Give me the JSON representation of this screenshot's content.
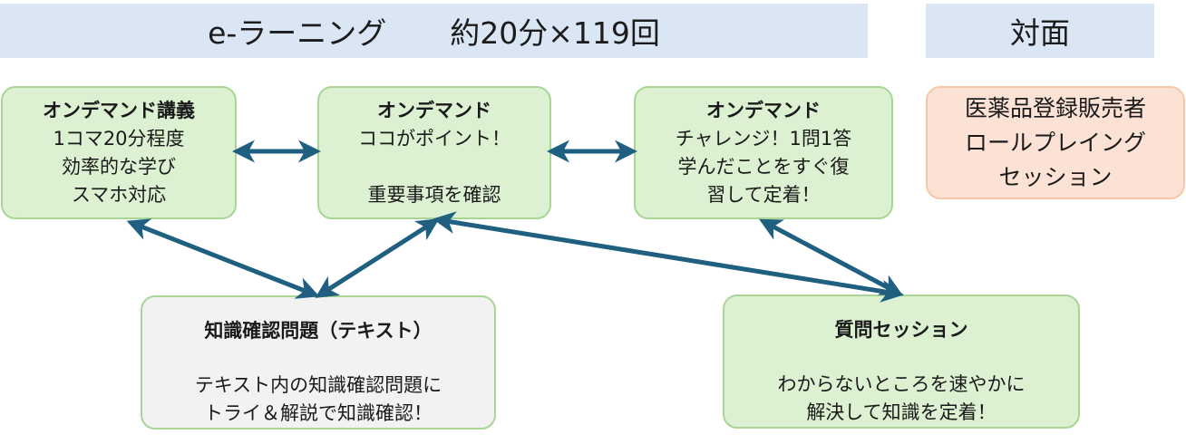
{
  "banners": {
    "elearning": {
      "label": "e-ラーニング",
      "detail": "約20分×119回"
    },
    "face_to_face": {
      "label": "対面"
    }
  },
  "boxes": {
    "lecture": {
      "title": "オンデマンド講義",
      "lines": [
        "1コマ20分程度",
        "効率的な学び",
        "スマホ対応"
      ]
    },
    "point": {
      "title": "オンデマンド",
      "lines": [
        "ココがポイント！",
        "重要事項を確認"
      ]
    },
    "challenge": {
      "title": "オンデマンド",
      "lines": [
        "チャレンジ！1問1答",
        "学んだことをすぐ復",
        "習して定着！"
      ]
    },
    "roleplay": {
      "lines": [
        "医薬品登録販売者",
        "ロールプレイング",
        "セッション"
      ]
    },
    "text_quiz": {
      "title": "知識確認問題（テキスト）",
      "lines": [
        "テキスト内の知識確認問題に",
        "トライ＆解説で知識確認！"
      ]
    },
    "question": {
      "title": "質問セッション",
      "lines": [
        "わからないところを速やかに",
        "解決して知識を定着！"
      ]
    }
  },
  "colors": {
    "arrow": "#1f5f80",
    "green_fill": "#dcf0d2",
    "green_border": "#a9d595",
    "orange_fill": "#fbe2d5",
    "gray_fill": "#f2f2f2",
    "banner_fill": "#dae6f4"
  }
}
